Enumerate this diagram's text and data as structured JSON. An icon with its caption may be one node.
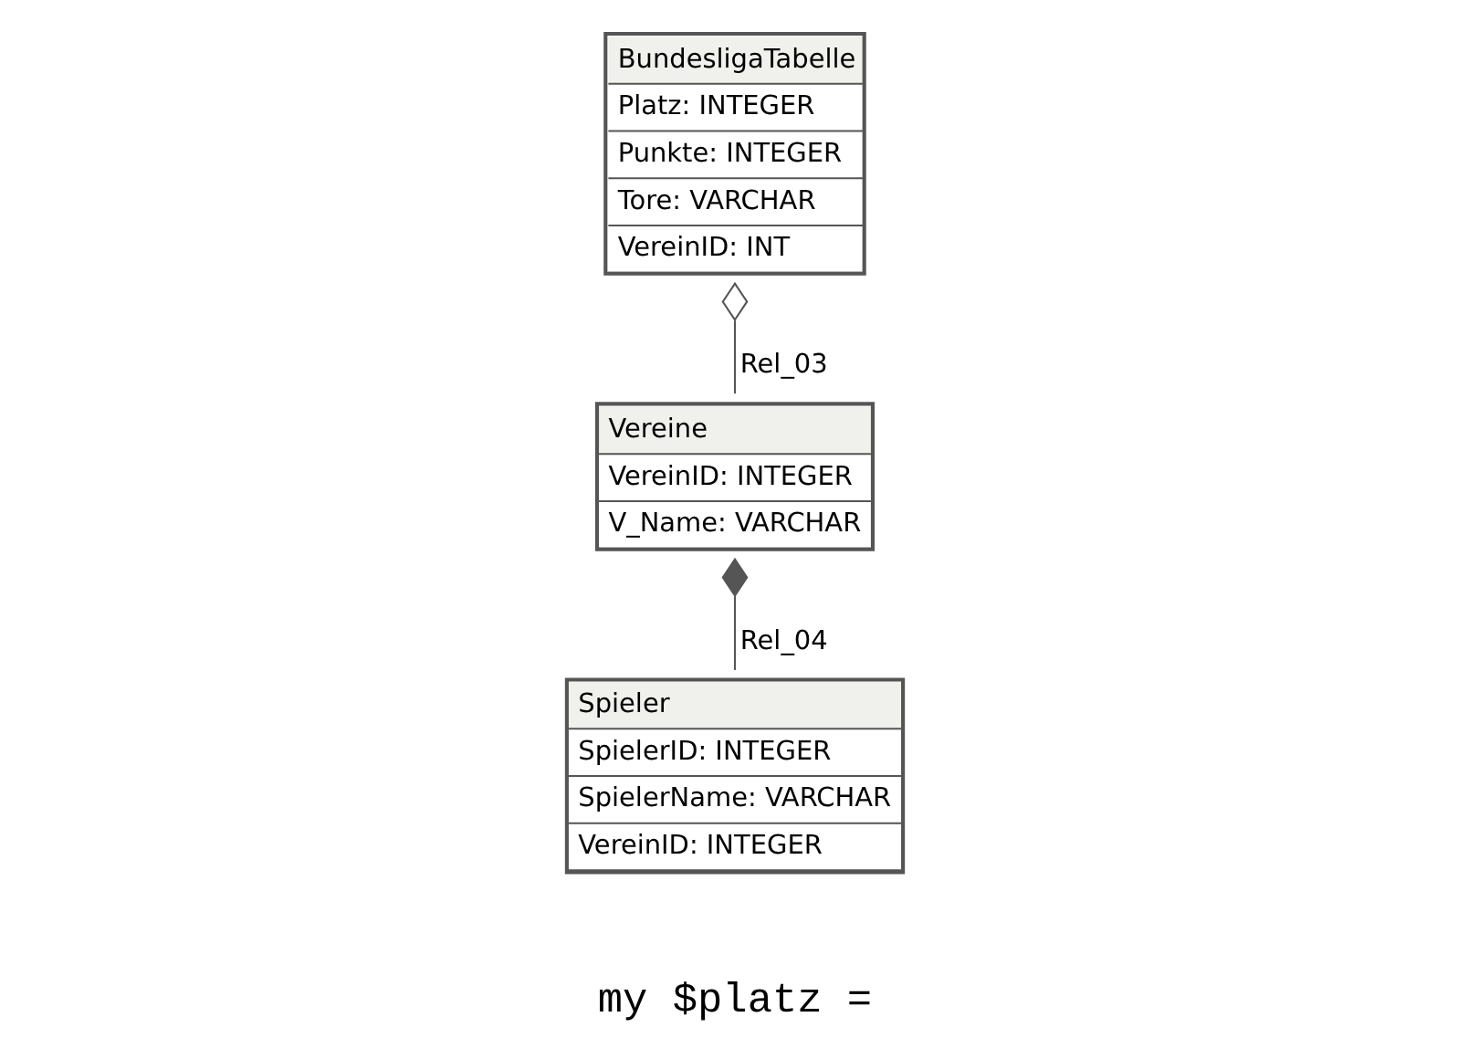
{
  "diagram": {
    "nodes": [
      {
        "text": [
          "BundesligaTabelle",
          "Platz: INTEGER",
          "Punkte: INTEGER",
          "Tore: VARCHAR",
          "VereinID: INT"
        ]
      },
      {
        "text": [
          "Vereine",
          "VereinID: INTEGER",
          "V_Name: VARCHAR"
        ]
      },
      {
        "text": [
          "Spieler",
          "SpielerID: INTEGER",
          "SpielerName: VARCHAR",
          "VereinID: INTEGER"
        ]
      }
    ],
    "edges": [
      {
        "from": 0,
        "to": 1,
        "arrow": "other",
        "label": "Rel_03"
      },
      {
        "from": 1,
        "to": 2,
        "arrow": "other",
        "label": "Rel_04"
      }
    ],
    "labels": [
      "my $platz ="
    ]
  }
}
